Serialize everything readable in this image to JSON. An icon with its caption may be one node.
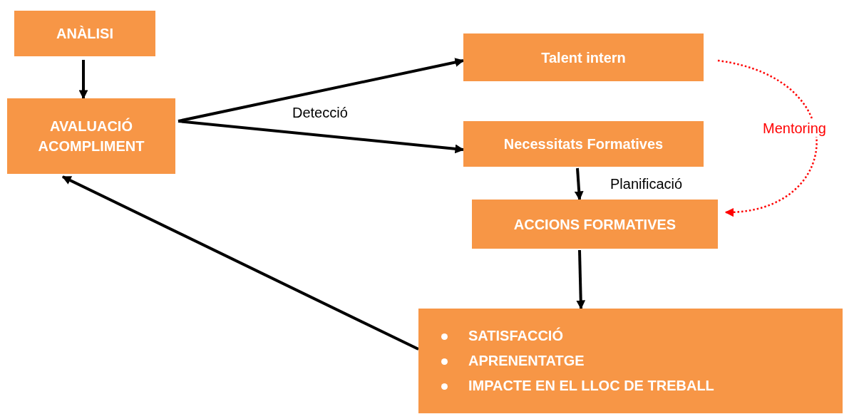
{
  "diagram": {
    "nodes": [
      {
        "text": [
          "ANÀLISI"
        ]
      },
      {
        "text": [
          "AVALUACIÓ ACOMPLIMENT"
        ]
      },
      {
        "text": [
          "Talent intern"
        ]
      },
      {
        "text": [
          "Necessitats Formatives"
        ]
      },
      {
        "text": [
          "ACCIONS FORMATIVES"
        ]
      },
      {
        "text": [
          "SATISFACCIÓ",
          "APRENENTATGE",
          "IMPACTE EN EL LLOC DE TREBALL"
        ]
      }
    ],
    "edges": [
      {
        "from": 0,
        "to": 1,
        "arrow": "to"
      },
      {
        "from": 1,
        "to": 2,
        "arrow": "to"
      },
      {
        "from": 1,
        "to": 3,
        "arrow": "to",
        "label": "Detecció"
      },
      {
        "from": 3,
        "to": 4,
        "arrow": "to",
        "label": "Planificació"
      },
      {
        "from": 4,
        "to": 5,
        "arrow": "to"
      },
      {
        "from": 5,
        "to": 1,
        "arrow": "to"
      },
      {
        "from": 2,
        "to": 4,
        "arrow": "to",
        "label": "Mentoring",
        "style": "dashed",
        "color": "#ff0000"
      }
    ]
  }
}
